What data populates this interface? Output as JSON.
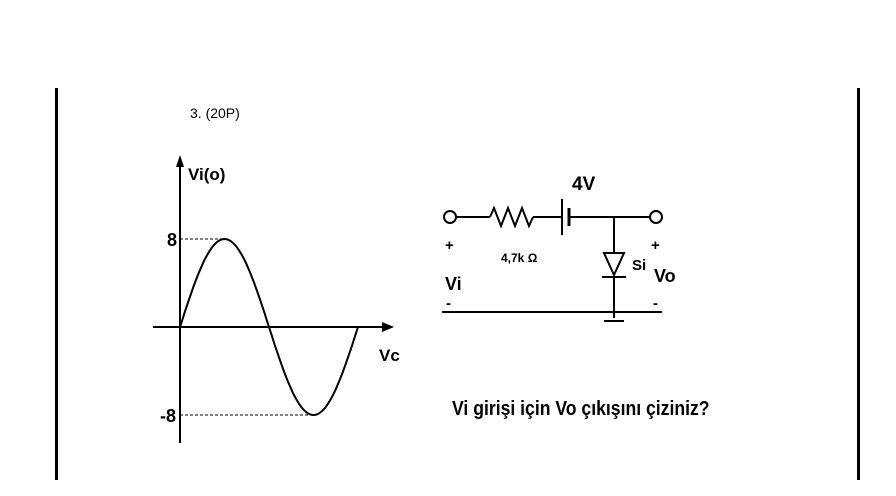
{
  "question": {
    "number": "3.  (20P)",
    "text": "Vi girişi için Vo çıkışını çiziniz?"
  },
  "waveform": {
    "y_axis_label": "Vi(o)",
    "x_axis_label": "Vc",
    "peak_label": "8",
    "trough_label": "-8",
    "peak": 8,
    "trough": -8
  },
  "circuit": {
    "battery_label": "4V",
    "resistor_label": "4,7k Ω",
    "diode_label": "Si",
    "input_label": "Vi",
    "output_label": "Vo",
    "input_plus": "+",
    "input_minus": "-",
    "output_plus": "+",
    "output_minus": "-"
  },
  "colors": {
    "ink": "#000000",
    "background": "#ffffff"
  }
}
